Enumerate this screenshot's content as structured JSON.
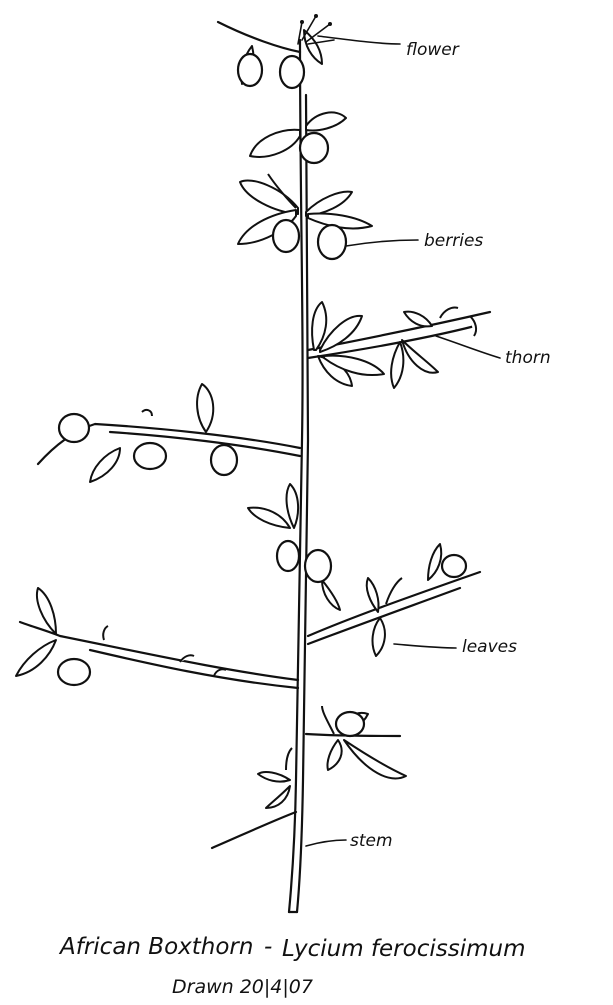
{
  "labels": {
    "flower": "flower",
    "berries": "berries",
    "thorn": "thorn",
    "leaves": "leaves",
    "stem": "stem"
  },
  "caption": {
    "common_name": "African Boxthorn",
    "separator": "-",
    "scientific_name": "Lycium ferocissimum",
    "drawn": "Drawn 20|4|07"
  },
  "colors": {
    "ink": "#111111",
    "paper": "#ffffff"
  }
}
